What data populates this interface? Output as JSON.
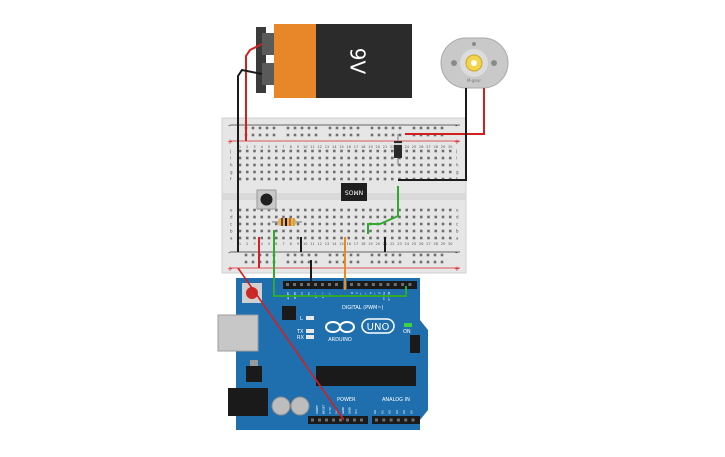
{
  "battery": {
    "label": "9V"
  },
  "motor": {
    "label": "M-gear"
  },
  "mosfet": {
    "label": "NMOS"
  },
  "breadboard": {
    "row_letters_top": [
      "j",
      "i",
      "h",
      "g",
      "f"
    ],
    "row_letters_bottom": [
      "e",
      "d",
      "c",
      "b",
      "a"
    ],
    "column_numbers": [
      "1",
      "2",
      "3",
      "4",
      "5",
      "6",
      "7",
      "8",
      "9",
      "10",
      "11",
      "12",
      "13",
      "14",
      "15",
      "16",
      "17",
      "18",
      "19",
      "20",
      "21",
      "22",
      "23",
      "24",
      "25",
      "26",
      "27",
      "28",
      "29",
      "30"
    ],
    "rail_plus": "+",
    "rail_minus": "-"
  },
  "arduino": {
    "logo_text": "ARDUINO",
    "model": "UNO",
    "digital_label": "DIGITAL (PWM~)",
    "power_label": "POWER",
    "analog_label": "ANALOG IN",
    "tx_label": "TX",
    "rx_label": "RX",
    "l_label": "L",
    "on_label": "ON",
    "power_pins": [
      "IOREF",
      "RESET",
      "3.3V",
      "5V",
      "GND",
      "GND",
      "Vin"
    ],
    "analog_pins": [
      "A0",
      "A1",
      "A2",
      "A3",
      "A4",
      "A5"
    ],
    "digital_pins": [
      "AREF",
      "GND",
      "13",
      "12",
      "~11",
      "~10",
      "~9",
      "8",
      "7",
      "~6",
      "~5",
      "4",
      "~3",
      "2",
      "TX→1",
      "RX←0"
    ]
  },
  "colors": {
    "breadboard": "#e6e6e6",
    "rail_red": "#d9262b",
    "rail_blue": "#3a3a3a",
    "arduino_blue": "#1f6fae",
    "battery_orange": "#e8872a",
    "battery_black": "#2b2b2b",
    "wire_red": "#d21f1f",
    "wire_black": "#1a1a1a",
    "wire_green": "#2faa2f",
    "wire_orange": "#ea8a1a"
  }
}
